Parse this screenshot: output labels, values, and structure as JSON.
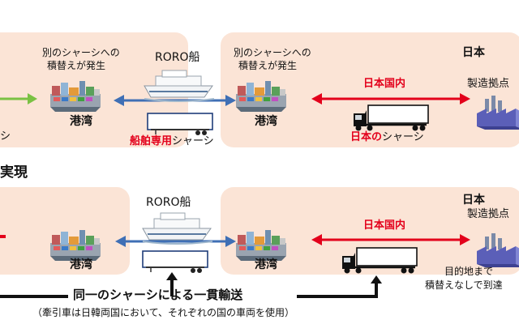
{
  "top": {
    "port_left_caption": [
      "別のシャーシへの",
      "積替えが発生"
    ],
    "port_left_label": "港湾",
    "ship_label": "RORO船",
    "ship_chassis_red": "船舶専用",
    "ship_chassis_black": "シャーシ",
    "port_right_caption": [
      "別のシャーシへの",
      "積替えが発生"
    ],
    "port_right_label": "港湾",
    "country_label": "日本",
    "domestic_label": "日本国内",
    "factory_label": "製造拠点",
    "japan_chassis_red": "日本の",
    "japan_chassis_black": "シャーシ",
    "left_cut_text": "シ"
  },
  "bottom": {
    "section_title": "実現",
    "ship_label": "RORO船",
    "port_left_label": "港湾",
    "port_right_label": "港湾",
    "country_label": "日本",
    "domestic_label": "日本国内",
    "factory_label": "製造拠点",
    "destination_note": [
      "目的地まで",
      "積替えなしで到達"
    ],
    "through_transport": "同一のシャーシによる一貫輸送",
    "footnote": "（牽引車は日韓両国において、それぞれの国の車両を使用）"
  },
  "colors": {
    "panel_fill": "#fbe4d6",
    "arrow_blue": "#3f6fb5",
    "arrow_red": "#e3001b",
    "arrow_green": "#7ac143",
    "label_red": "#e3001b"
  },
  "icons": [
    "port-icon",
    "ship-icon",
    "chassis-icon",
    "truck-icon",
    "factory-icon"
  ]
}
